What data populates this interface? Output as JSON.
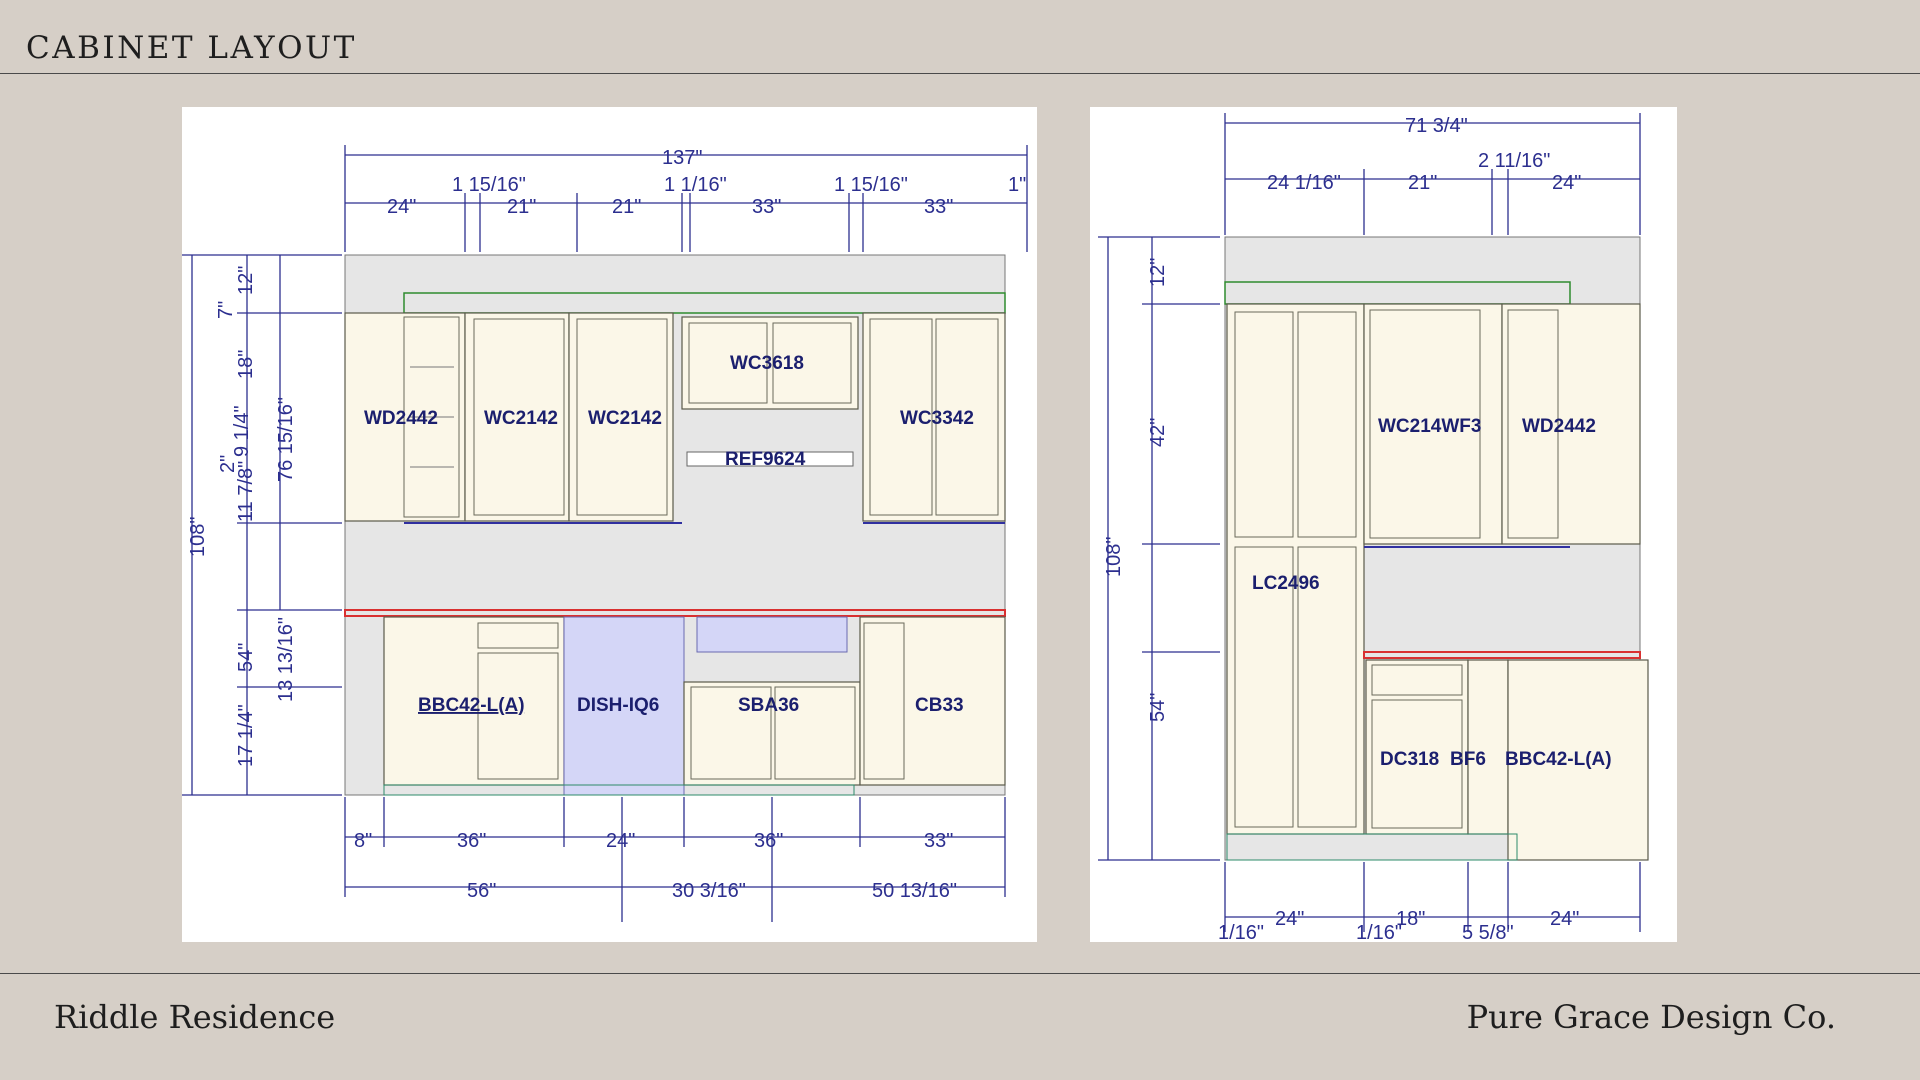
{
  "header": {
    "title": "CABINET LAYOUT"
  },
  "footer": {
    "project": "Riddle Residence",
    "company": "Pure Grace Design Co."
  },
  "colors": {
    "background": "#d6cfc7",
    "panel": "#ffffff",
    "dimension": "#2c2f8f",
    "cabinet": "#fbf7e8",
    "wall": "#e6e6e6",
    "crown": "#2e8b2e",
    "countertop": "#d93030",
    "dishwasher": "#d4d6f7"
  },
  "left_elevation": {
    "overall_width": "137\"",
    "top_dims": [
      "24\"",
      "1 15/16\"",
      "21\"",
      "21\"",
      "1 1/16\"",
      "33\"",
      "1 15/16\"",
      "33\"",
      "1\""
    ],
    "left_dims": [
      "108\"",
      "12\"",
      "7\"",
      "18\"",
      "9 1/4\"",
      "76 15/16\"",
      "2\"",
      "11 7/8\"",
      "54\"",
      "13 13/16\"",
      "17 1/4\""
    ],
    "cabinets": [
      "WD2442",
      "WC2142",
      "WC2142",
      "WC3618",
      "REF9624",
      "WC3342",
      "BBC42-L(A)",
      "DISH-IQ6",
      "SBA36",
      "CB33"
    ],
    "bottom_dims_row1": [
      "8\"",
      "36\"",
      "24\"",
      "36\"",
      "33\""
    ],
    "bottom_dims_row2": [
      "56\"",
      "30 3/16\"",
      "50 13/16\""
    ]
  },
  "right_elevation": {
    "overall_width": "71 3/4\"",
    "top_dims": [
      "24 1/16\"",
      "21\"",
      "2 11/16\"",
      "24\""
    ],
    "left_dims": [
      "108\"",
      "12\"",
      "42\"",
      "54\""
    ],
    "cabinets": [
      "WC214WF3",
      "WD2442",
      "LC2496",
      "DC318",
      "BF6",
      "BBC42-L(A)"
    ],
    "bottom_dims": [
      "1/16\"",
      "24\"",
      "1/16\"",
      "18\"",
      "5 5/8\"",
      "24\""
    ]
  }
}
